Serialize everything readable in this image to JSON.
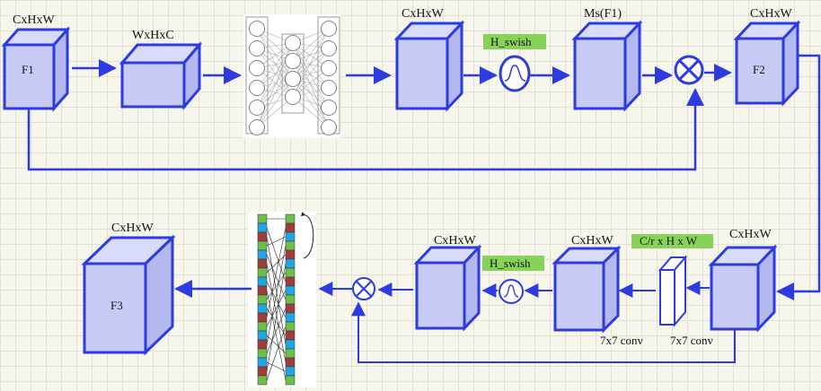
{
  "diagram": {
    "top_row": {
      "input_dims": "CxHxW",
      "input_name": "F1",
      "permuted_dims": "WxHxC",
      "mlp_out_dims": "CxHxW",
      "activation": "H_swish",
      "attention_map": "Ms(F1)",
      "output_dims": "CxHxW",
      "output_name": "F2"
    },
    "bottom_row": {
      "input_dims": "CxHxW",
      "reduced_dims": "C/r x H x W",
      "conv1_label": "7x7 conv",
      "conv2_label": "7x7 conv",
      "conv_out_dims": "CxHxW",
      "activation": "H_swish",
      "sig_out_dims": "CxHxW",
      "output_dims": "CxHxW",
      "output_name": "F3"
    },
    "colors": {
      "line_blue": "#2d3be0",
      "cube_fill": "#c7cbf5",
      "tag_green": "#87d35a",
      "bar_green": "#6cc04a",
      "bar_cyan": "#1ea6e6",
      "bar_red": "#a23b3b"
    }
  }
}
